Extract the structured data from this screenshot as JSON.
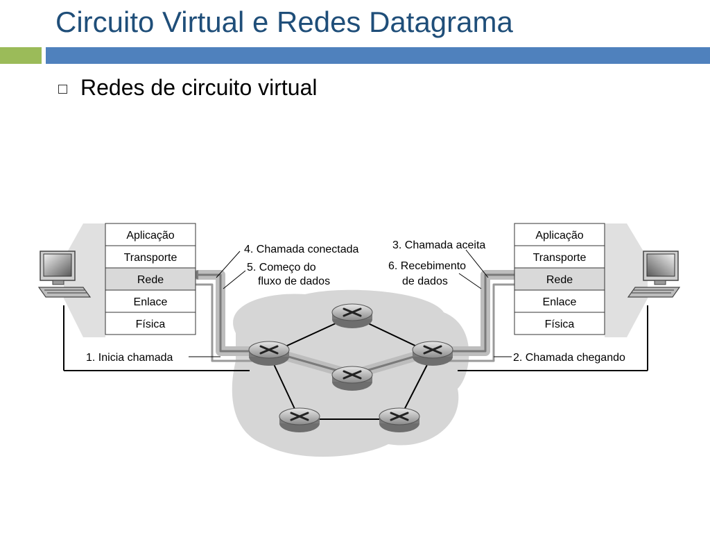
{
  "slide": {
    "title": "Circuito Virtual e Redes Datagrama",
    "bullet": "Redes de circuito virtual"
  },
  "diagram": {
    "left_stack": [
      "Aplicação",
      "Transporte",
      "Rede",
      "Enlace",
      "Física"
    ],
    "right_stack": [
      "Aplicação",
      "Transporte",
      "Rede",
      "Enlace",
      "Física"
    ],
    "highlighted_layer": "Rede",
    "labels": {
      "step1": "1. Inicia chamada",
      "step2": "2. Chamada chegando",
      "step3": "3. Chamada aceita",
      "step4": "4. Chamada conectada",
      "step5_line1": "5. Começo do",
      "step5_line2": "fluxo de dados",
      "step6_line1": "6. Recebimento",
      "step6_line2": "de dados"
    },
    "icons": [
      "computer-icon",
      "router-icon"
    ],
    "colors": {
      "title": "#1f4e79",
      "accent_green": "#9bbb59",
      "accent_blue": "#4f81bd",
      "cloud": "#d6d6d6",
      "highlight_layer": "#d9d9d9"
    }
  }
}
